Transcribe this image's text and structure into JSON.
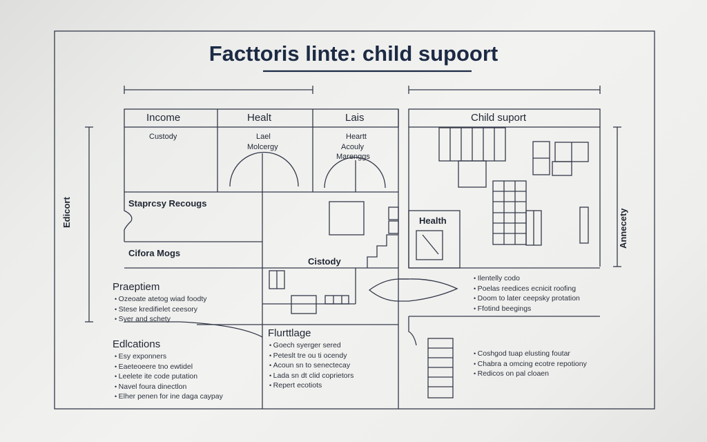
{
  "title": "Facttoris linte: child supoort",
  "headers": {
    "income": "Income",
    "health": "Healt",
    "lais": "Lais",
    "child_support": "Child suport"
  },
  "labels": {
    "custody_top": "Custody",
    "lael": "Lael",
    "molcergy": "Molcergy",
    "heartt": "Heartt",
    "acouly": "Acouly",
    "marenggs": "Marenggs",
    "staprcsy": "Staprcsy Recougs",
    "cifora": "Cifora Mogs",
    "cistody": "Cistody",
    "health_room": "Health",
    "praeptiem": "Praeptiem",
    "edlcations": "Edlcations",
    "flurttlage": "Flurttlage",
    "left_side": "Edicort",
    "right_side": "Annecety"
  },
  "praeptiem_items": [
    "Ozeoate atetog wiad foodty",
    "Stese kredifielet ceesory",
    "Syer and schety"
  ],
  "edlcations_items": [
    "Esy exponners",
    "Eaeteoeere tno ewtidel",
    "Leelete ite code putation",
    "Navel foura dinectlon",
    "Elher penen for ine daga caypay"
  ],
  "flurttlage_items": [
    "Goech syerger sered",
    "Peteslt tre ou ti ocendy",
    "Acoun sn to senectecay",
    "Lada sn dt clid coprietors",
    "Repert ecotiots"
  ],
  "right_mid_items": [
    "Ilentelly codo",
    "Poelas reedices ecnicit roofing",
    "Doom to later ceepsky protation",
    "Ffotind beegings"
  ],
  "right_low_items": [
    "Coshgod tuap elusting foutar",
    "Chabra a omcing ecotre repotiony",
    "Redicos on pal cloaen"
  ]
}
